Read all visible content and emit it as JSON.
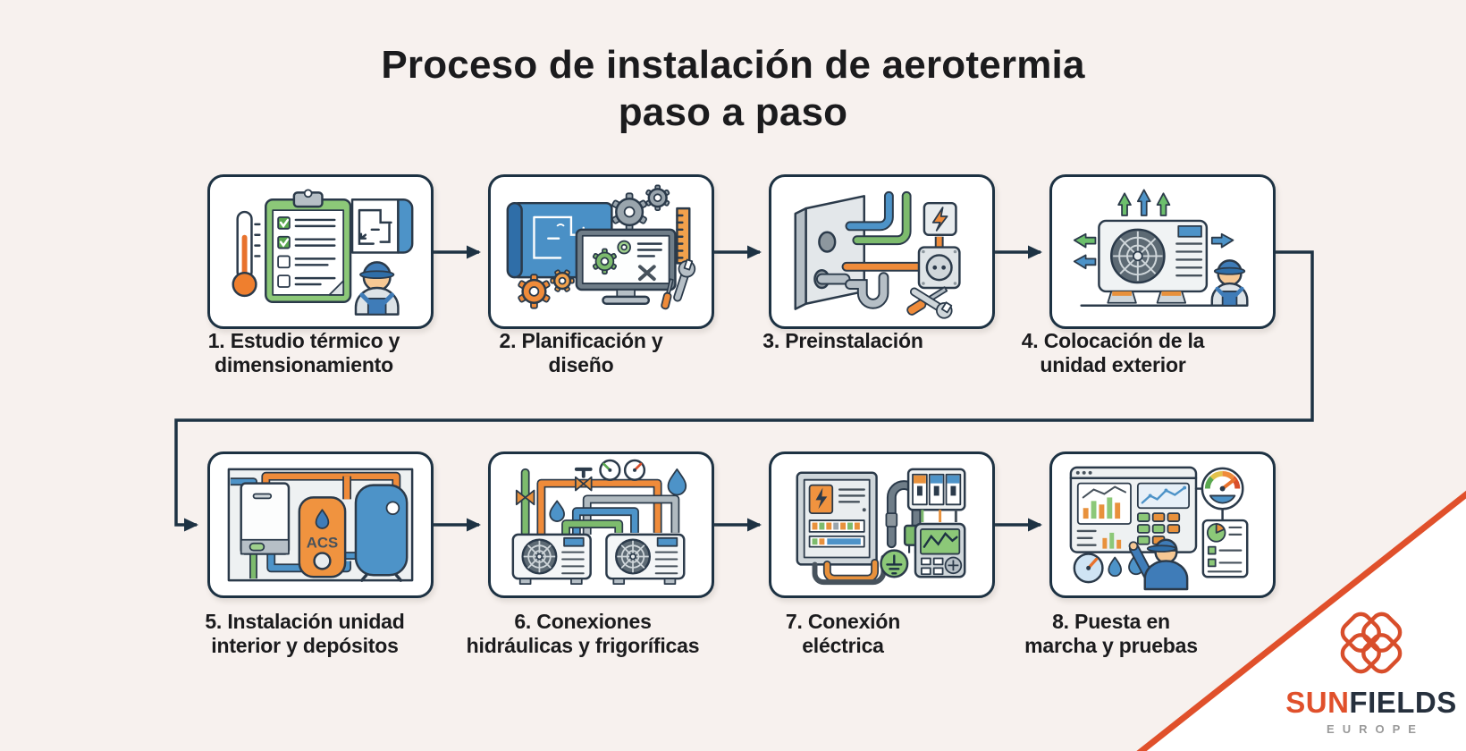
{
  "colors": {
    "background": "#f7f1ee",
    "card_background": "#ffffff",
    "outline_navy": "#1d3243",
    "text": "#1b1b1d",
    "brand_orange": "#e0502b",
    "illustration_blue": "#4d93c8",
    "illustration_green": "#7dbb6d",
    "illustration_orange": "#ef8b3a",
    "logo_dark": "#26303d",
    "logo_gray": "#9a9a9a"
  },
  "title": {
    "line1": "Proceso de instalación de aerotermia",
    "line2": "paso a paso"
  },
  "steps": [
    {
      "id": 1,
      "icon": "thermal-study",
      "lines": [
        "1. Estudio térmico y",
        "dimensionamiento"
      ]
    },
    {
      "id": 2,
      "icon": "planning-design",
      "lines": [
        "2. Planificación y",
        "diseño"
      ]
    },
    {
      "id": 3,
      "icon": "pre-installation",
      "lines": [
        "3. Preinstalación"
      ]
    },
    {
      "id": 4,
      "icon": "outdoor-unit",
      "lines": [
        "4. Colocación de la",
        "unidad exterior"
      ]
    },
    {
      "id": 5,
      "icon": "indoor-unit-tanks",
      "lines": [
        "5. Instalación unidad",
        "interior y depósitos"
      ]
    },
    {
      "id": 6,
      "icon": "hydraulic-connections",
      "lines": [
        "6. Conexiones",
        "hidráulicas y frigoríficas"
      ]
    },
    {
      "id": 7,
      "icon": "electrical-connection",
      "lines": [
        "7. Conexión",
        "eléctrica"
      ]
    },
    {
      "id": 8,
      "icon": "commissioning",
      "lines": [
        "8. Puesta en",
        "marcha y pruebas"
      ]
    }
  ],
  "illustration_labels": {
    "acs_tank": "ACS"
  },
  "logo": {
    "part1": "SUN",
    "part2": "FIELDS",
    "subtitle": "EUROPE"
  }
}
